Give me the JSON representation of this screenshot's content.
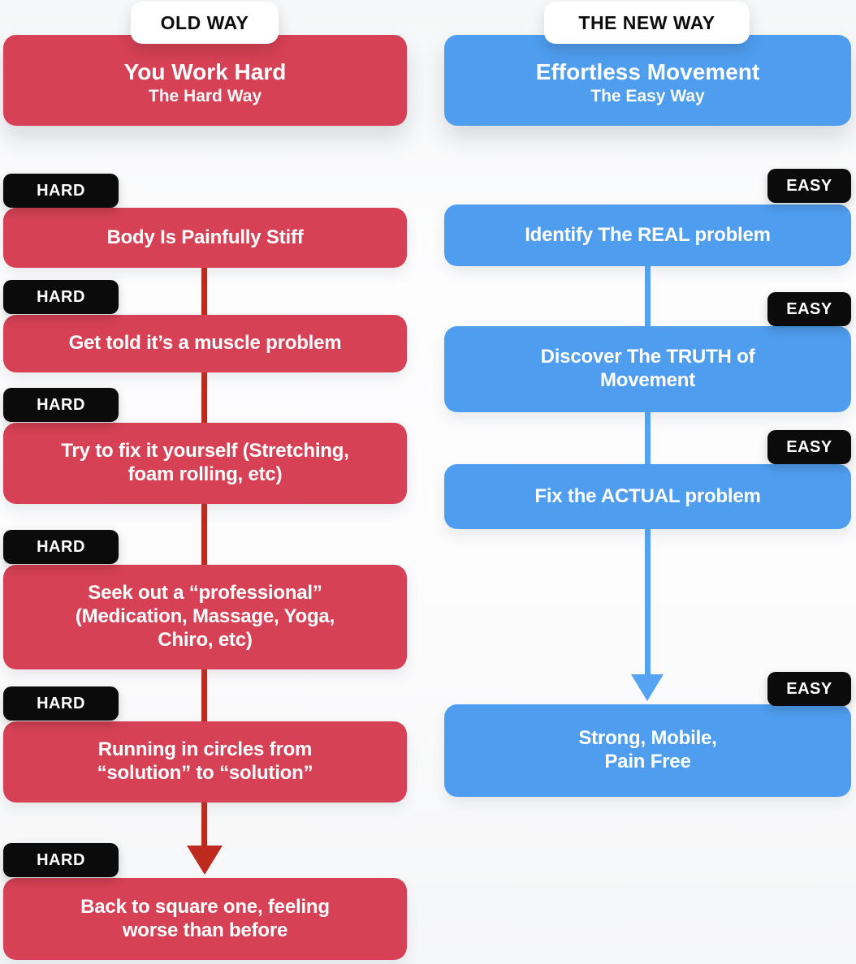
{
  "old_way": {
    "label": "OLD WAY",
    "header": {
      "title": "You Work Hard",
      "subtitle": "The Hard Way"
    },
    "step_tag": "HARD",
    "steps": [
      "Body Is Painfully Stiff",
      "Get told it’s a muscle problem",
      "Try to fix it yourself (Stretching,\nfoam rolling, etc)",
      "Seek out a “professional”\n(Medication, Massage, Yoga,\nChiro, etc)",
      "Running in circles from\n“solution” to “solution”",
      "Back to square one, feeling\nworse than before"
    ]
  },
  "new_way": {
    "label": "THE NEW WAY",
    "header": {
      "title": "Effortless Movement",
      "subtitle": "The Easy Way"
    },
    "step_tag": "EASY",
    "steps": [
      "Identify The REAL problem",
      "Discover The TRUTH of\nMovement",
      "Fix the ACTUAL problem",
      "Strong, Mobile,\nPain Free"
    ]
  },
  "colors": {
    "old_box": "#D64155",
    "old_connector": "#BF2A1E",
    "new_box": "#4F9DEF",
    "new_connector": "#55A4F4",
    "tag_bg": "#0B0B0B",
    "tag_text": "#FFFFFF",
    "label_bg": "#FFFFFF",
    "label_text": "#0D0D0D"
  }
}
